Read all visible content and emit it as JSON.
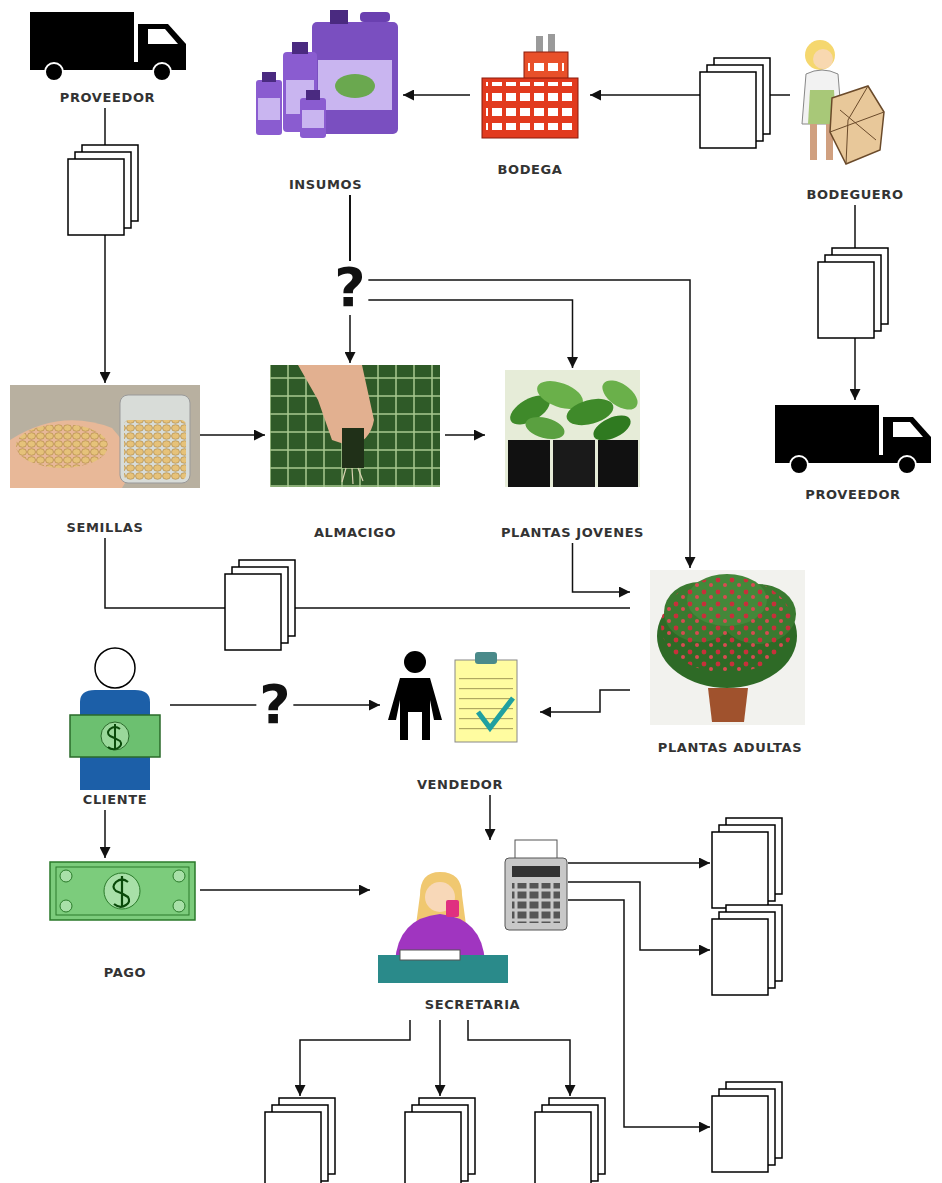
{
  "diagram": {
    "nodes": [
      {
        "text": [
          "PROVEEDOR"
        ]
      },
      {
        "text": [
          "INSUMOS"
        ]
      },
      {
        "text": [
          "BODEGA"
        ]
      },
      {
        "text": [
          "BODEGUERO"
        ]
      },
      {
        "text": [
          "PROVEEDOR"
        ]
      },
      {
        "text": [
          "SEMILLAS"
        ]
      },
      {
        "text": [
          "ALMACIGO"
        ]
      },
      {
        "text": [
          "PLANTAS JOVENES"
        ]
      },
      {
        "text": [
          "PLANTAS ADULTAS"
        ]
      },
      {
        "text": [
          "CLIENTE"
        ]
      },
      {
        "text": [
          "VENDEDOR"
        ]
      },
      {
        "text": [
          "PAGO"
        ]
      },
      {
        "text": [
          "SECRETARIA"
        ]
      }
    ],
    "edges": [
      {
        "from": 0,
        "to": 5,
        "arrow": "to"
      },
      {
        "from": 3,
        "to": 2,
        "arrow": "to"
      },
      {
        "from": 2,
        "to": 1,
        "arrow": "to"
      },
      {
        "from": 3,
        "to": 4,
        "arrow": "to"
      },
      {
        "from": 1,
        "to": 6,
        "arrow": "to"
      },
      {
        "from": 1,
        "to": 7,
        "arrow": "to"
      },
      {
        "from": 1,
        "to": 8,
        "arrow": "to"
      },
      {
        "from": 5,
        "to": 6,
        "arrow": "to"
      },
      {
        "from": 6,
        "to": 7,
        "arrow": "to"
      },
      {
        "from": 7,
        "to": 8,
        "arrow": "to"
      },
      {
        "from": 5,
        "to": 8,
        "arrow": "none"
      },
      {
        "from": 8,
        "to": 10,
        "arrow": "to"
      },
      {
        "from": 9,
        "to": 10,
        "label": "?",
        "arrow": "to"
      },
      {
        "from": 9,
        "to": 11,
        "arrow": "to"
      },
      {
        "from": 11,
        "to": 12,
        "arrow": "to"
      },
      {
        "from": 10,
        "to": 12,
        "arrow": "to"
      }
    ],
    "labels": [
      "?"
    ]
  }
}
